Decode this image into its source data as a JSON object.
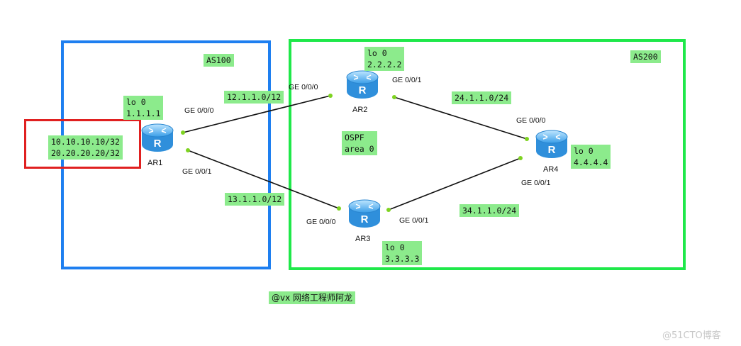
{
  "areas": {
    "as100": "AS100",
    "as200": "AS200",
    "ospf": "OSPF\narea 0"
  },
  "routers": {
    "ar1": {
      "name": "AR1",
      "loopback": "lo 0\n1.1.1.1",
      "icon_letter": "R"
    },
    "ar2": {
      "name": "AR2",
      "loopback": "lo 0\n2.2.2.2",
      "icon_letter": "R"
    },
    "ar3": {
      "name": "AR3",
      "loopback": "lo 0\n3.3.3.3",
      "icon_letter": "R"
    },
    "ar4": {
      "name": "AR4",
      "loopback": "lo 0\n4.4.4.4",
      "icon_letter": "R"
    }
  },
  "networks": {
    "ar1_extra": "10.10.10.10/32\n20.20.20.20/32",
    "ar1_ar2": "12.1.1.0/12",
    "ar1_ar3": "13.1.1.0/12",
    "ar2_ar4": "24.1.1.0/24",
    "ar3_ar4": "34.1.1.0/24"
  },
  "interfaces": {
    "ar1_ge000": "GE 0/0/0",
    "ar1_ge001": "GE 0/0/1",
    "ar2_ge000": "GE 0/0/0",
    "ar2_ge001": "GE 0/0/1",
    "ar3_ge000": "GE 0/0/0",
    "ar3_ge001": "GE 0/0/1",
    "ar4_ge000": "GE 0/0/0",
    "ar4_ge001": "GE 0/0/1"
  },
  "credit": "@vx 网络工程师阿龙",
  "watermark": "@51CTO博客",
  "colors": {
    "as100_border": "#1e7ff0",
    "as200_border": "#1fe84a",
    "highlight_border": "#e02020",
    "label_bg": "#8ceb8c",
    "link": "#111111",
    "port_dot": "#7ed321"
  }
}
